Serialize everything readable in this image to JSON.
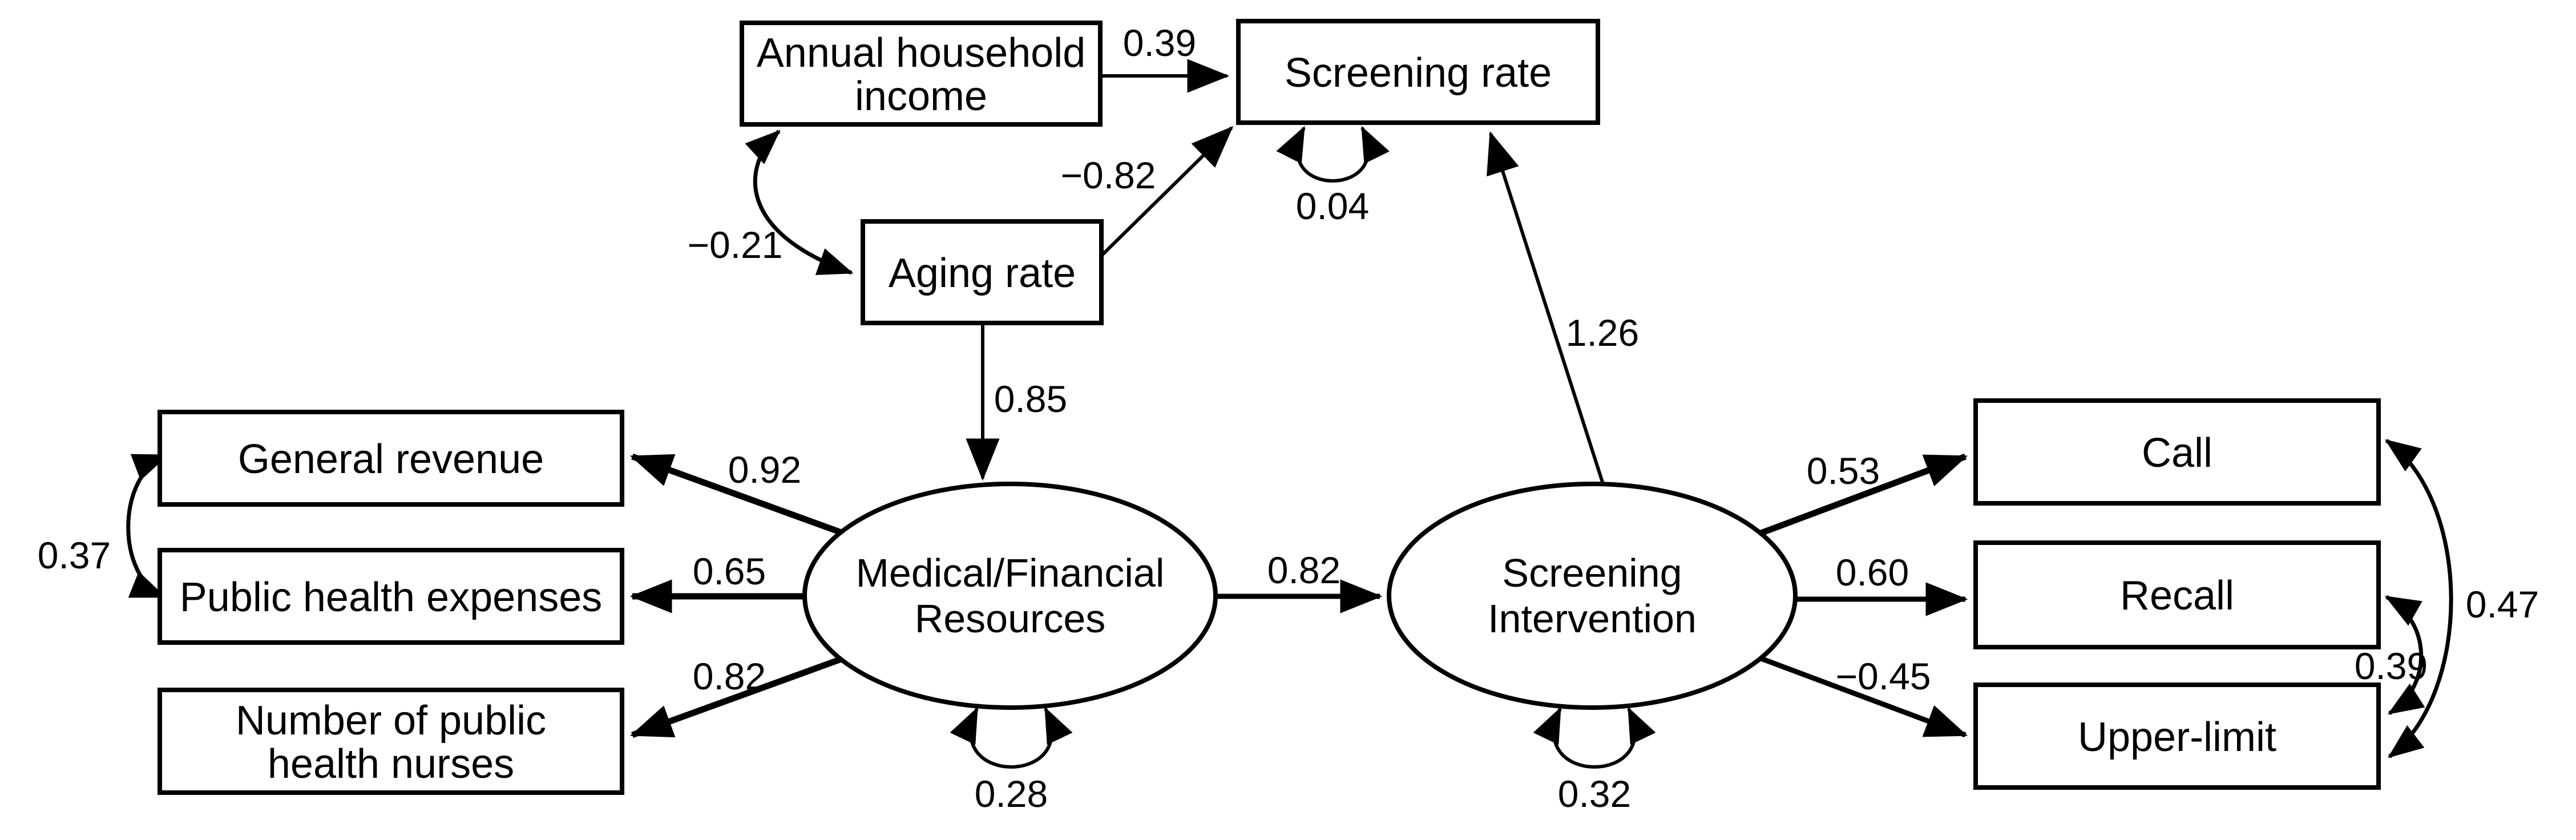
{
  "figure": {
    "type": "sem_path_diagram",
    "background_color": "#ffffff",
    "line_color": "#000000",
    "description": "Structural equation model path diagram linking regional resources and screening intervention to screening rate"
  },
  "nodes": {
    "annual_household_income": {
      "shape": "rect",
      "label_line1": "Annual household",
      "label_line2": "income"
    },
    "screening_rate": {
      "shape": "rect",
      "label": "Screening rate"
    },
    "aging_rate": {
      "shape": "rect",
      "label": "Aging rate"
    },
    "general_revenue": {
      "shape": "rect",
      "label": "General revenue"
    },
    "public_health_expenses": {
      "shape": "rect",
      "label": "Public health expenses"
    },
    "number_of_public_health_nurses": {
      "shape": "rect",
      "label_line1": "Number of public",
      "label_line2": "health nurses"
    },
    "medical_financial_resources": {
      "shape": "ellipse",
      "label_line1": "Medical/Financial",
      "label_line2": "Resources"
    },
    "screening_intervention": {
      "shape": "ellipse",
      "label_line1": "Screening",
      "label_line2": "Intervention"
    },
    "call": {
      "shape": "rect",
      "label": "Call"
    },
    "recall": {
      "shape": "rect",
      "label": "Recall"
    },
    "upper_limit": {
      "shape": "rect",
      "label": "Upper-limit"
    }
  },
  "coefficients": {
    "income_to_screening_rate": "0.39",
    "aging_to_screening_rate": "−0.82",
    "income_aging_covariance": "−0.21",
    "screening_rate_error_variance": "0.04",
    "aging_to_resources": "0.85",
    "intervention_to_screening_rate": "1.26",
    "resources_to_general_revenue": "0.92",
    "resources_to_public_health_expenses": "0.65",
    "resources_to_nurses": "0.82",
    "revenue_expenses_covariance": "0.37",
    "resources_to_intervention": "0.82",
    "resources_error_variance": "0.28",
    "intervention_error_variance": "0.32",
    "intervention_to_call": "0.53",
    "intervention_to_recall": "0.60",
    "intervention_to_upper_limit": "−0.45",
    "call_upper_limit_covariance": "0.47",
    "recall_upper_limit_covariance": "0.39"
  }
}
